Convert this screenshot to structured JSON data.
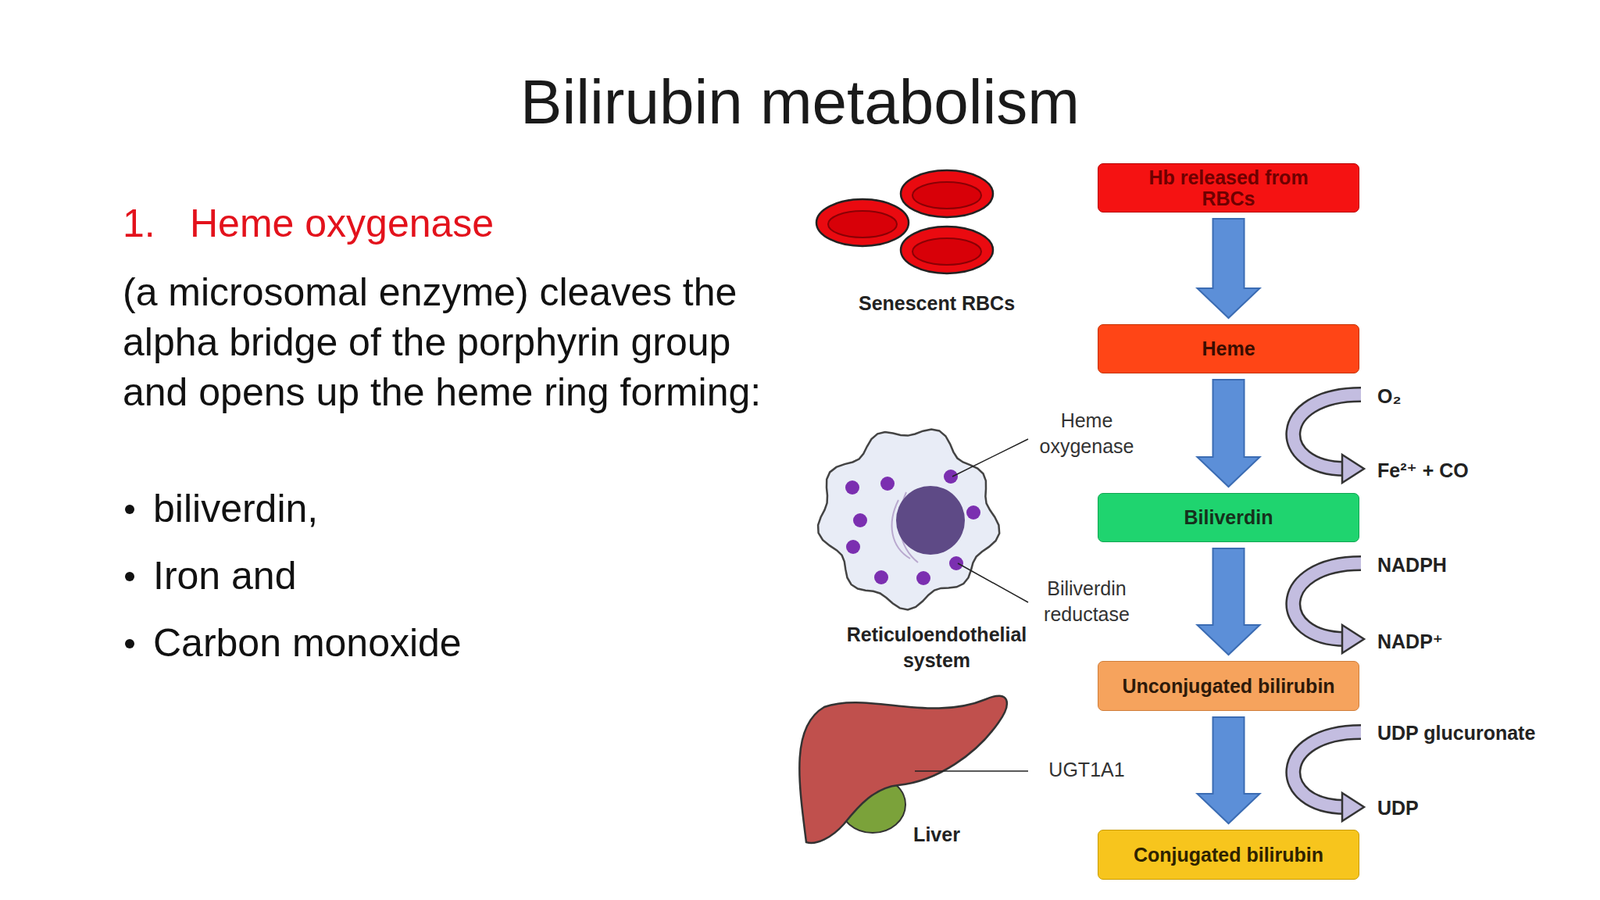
{
  "diagram": {
    "title": "Bilirubin metabolism",
    "nodes": [
      {
        "text": [
          "Hb released from RBCs"
        ]
      },
      {
        "text": [
          "Heme"
        ]
      },
      {
        "text": [
          "Biliverdin"
        ]
      },
      {
        "text": [
          "Unconjugated bilirubin"
        ]
      },
      {
        "text": [
          "Conjugated bilirubin"
        ]
      }
    ],
    "edges": [
      {
        "from": 0,
        "to": 1,
        "arrow": "to"
      },
      {
        "from": 1,
        "to": 2,
        "arrow": "to"
      },
      {
        "from": 2,
        "to": 3,
        "arrow": "to"
      },
      {
        "from": 3,
        "to": 4,
        "arrow": "to"
      }
    ],
    "labels": [
      "1.",
      "Heme oxygenase",
      "(a microsomal enzyme) cleaves the alpha bridge of the porphyrin group and opens up the heme ring forming:",
      "biliverdin,",
      "Iron and",
      "Carbon monoxide",
      "Senescent RBCs",
      "Heme oxygenase",
      "Biliverdin reductase",
      "Reticuloendothelial system",
      "UGT1A1",
      "Liver",
      "O₂",
      "Fe²⁺ + CO",
      "NADPH",
      "NADP⁺",
      "UDP glucuronate",
      "UDP"
    ]
  }
}
